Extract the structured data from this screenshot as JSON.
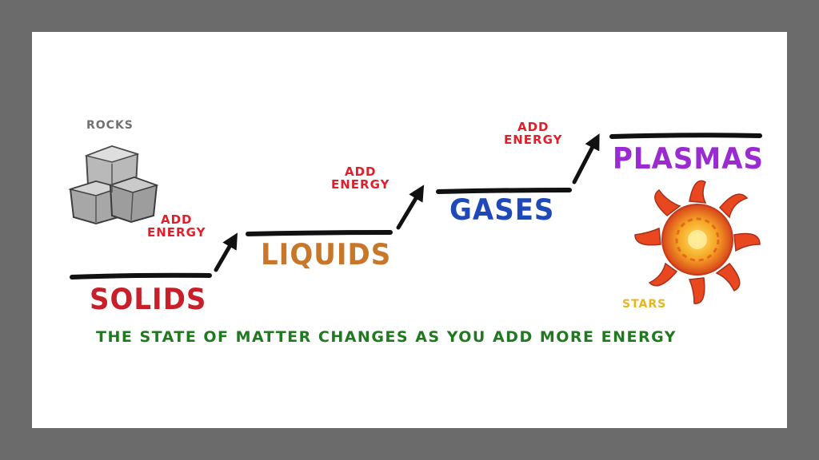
{
  "colors": {
    "solids": "#c8202a",
    "liquids": "#c8772a",
    "gases": "#1f49b8",
    "plasmas": "#9a2bd0",
    "add_energy": "#e01f2a",
    "caption": "#1f7a1f",
    "rocks": "#707070",
    "stars": "#e8b51e",
    "frame": "#6b6b6b"
  },
  "states": {
    "solids": "SOLIDS",
    "liquids": "LIQUIDS",
    "gases": "GASES",
    "plasmas": "PLASMAS"
  },
  "steps": [
    {
      "line1": "ADD",
      "line2": "ENERGY"
    },
    {
      "line1": "ADD",
      "line2": "ENERGY"
    },
    {
      "line1": "ADD",
      "line2": "ENERGY"
    }
  ],
  "illustrations": {
    "rocks_label": "ROCKS",
    "stars_label": "STARS",
    "rocks_icon": "rocks-icon",
    "sun_icon": "sun-icon"
  },
  "caption": "THE STATE OF MATTER CHANGES AS YOU ADD MORE ENERGY"
}
